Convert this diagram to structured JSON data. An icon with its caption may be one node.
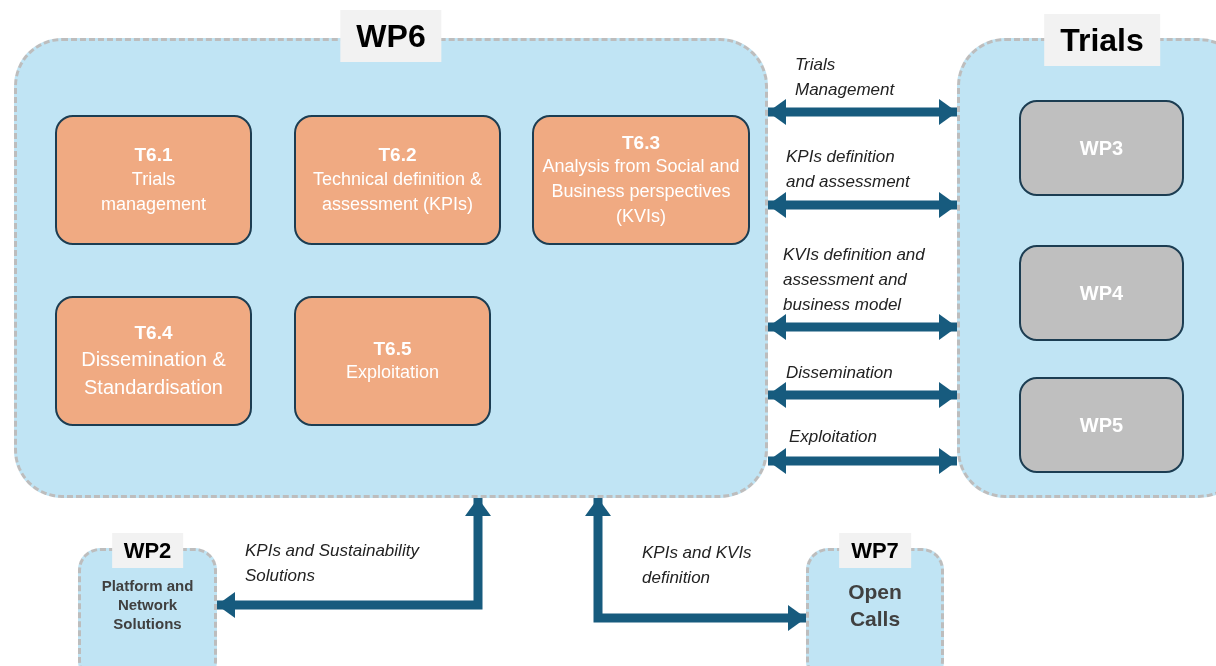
{
  "diagram": {
    "nodes": [
      {
        "text": [
          "WP6"
        ]
      },
      {
        "text": [
          "T6.1",
          "Trials management"
        ],
        "in": 0
      },
      {
        "text": [
          "T6.2",
          "Technical definition & assessment (KPIs)"
        ],
        "in": 0
      },
      {
        "text": [
          "T6.3",
          "Analysis from Social and Business perspectives (KVIs)"
        ],
        "in": 0
      },
      {
        "text": [
          "T6.4",
          "Dissemination & Standardisation"
        ],
        "in": 0
      },
      {
        "text": [
          "T6.5",
          "Exploitation"
        ],
        "in": 0
      },
      {
        "text": [
          "Trials"
        ]
      },
      {
        "text": [
          "WP3"
        ],
        "in": 6
      },
      {
        "text": [
          "WP4"
        ],
        "in": 6
      },
      {
        "text": [
          "WP5"
        ],
        "in": 6
      },
      {
        "text": [
          "WP2",
          "Platform and Network Solutions"
        ]
      },
      {
        "text": [
          "WP7",
          "Open Calls"
        ]
      }
    ],
    "edges": [
      {
        "from": 0,
        "to": 6,
        "arrow": "both",
        "label": "Trials Management"
      },
      {
        "from": 0,
        "to": 6,
        "arrow": "both",
        "label": "KPIs definition and assessment"
      },
      {
        "from": 0,
        "to": 6,
        "arrow": "both",
        "label": "KVIs definition and assessment and business model"
      },
      {
        "from": 0,
        "to": 6,
        "arrow": "both",
        "label": "Dissemination"
      },
      {
        "from": 0,
        "to": 6,
        "arrow": "both",
        "label": "Exploitation"
      },
      {
        "from": 0,
        "to": 10,
        "arrow": "both",
        "label": "KPIs and Sustainability Solutions"
      },
      {
        "from": 0,
        "to": 11,
        "arrow": "both",
        "label": "KPIs and KVIs definition"
      }
    ]
  }
}
